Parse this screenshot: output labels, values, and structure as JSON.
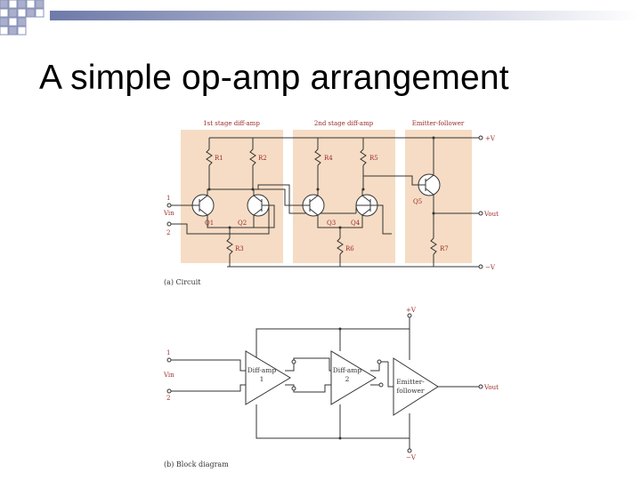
{
  "slide": {
    "title": "A simple op-amp arrangement"
  },
  "circuit": {
    "stages": [
      "1st stage diff-amp",
      "2nd stage diff-amp",
      "Emitter-follower"
    ],
    "resistors": [
      "R1",
      "R2",
      "R4",
      "R5",
      "R3",
      "R6",
      "R7"
    ],
    "transistors": [
      "Q1",
      "Q2",
      "Q3",
      "Q4",
      "Q5"
    ],
    "input_1": "1",
    "input_2": "2",
    "vin": "Vin",
    "supply_pos": "+V",
    "supply_neg": "−V",
    "vout": "Vout",
    "caption": "(a) Circuit"
  },
  "block": {
    "vpos": "+V",
    "vneg": "−V",
    "input_1": "1",
    "input_2": "2",
    "vin": "Vin",
    "vout": "Vout",
    "diffamp1": [
      "Diff-amp",
      "1"
    ],
    "diffamp2": [
      "Diff-amp",
      "2"
    ],
    "follower": [
      "Emitter-",
      "follower"
    ],
    "caption": "(b) Block diagram"
  }
}
